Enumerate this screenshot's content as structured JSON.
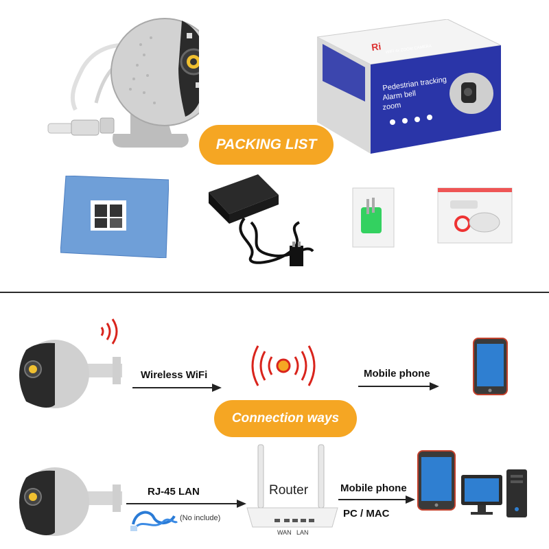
{
  "packing": {
    "pill_label": "PACKING LIST",
    "box_text": {
      "brand_logo": "Ri",
      "model_line": "WIFI 4x ZOOM CAMERA",
      "feature_1": "Pedestrian tracking",
      "feature_2": "Alarm bell",
      "feature_3": "zoom"
    },
    "items": [
      "camera",
      "retail-box",
      "manual",
      "power-adapter",
      "screw-pack",
      "waterproof-kit"
    ]
  },
  "connection": {
    "pill_label": "Connection ways",
    "wifi_label": "Wireless WiFi",
    "mobile_label_1": "Mobile phone",
    "rj45_label": "RJ-45 LAN",
    "cable_note": "(No include)",
    "router_label": "Router",
    "mobile_label_2": "Mobile phone",
    "pc_label": "PC / MAC",
    "router_port_wan": "WAN",
    "router_port_lan": "LAN"
  },
  "colors": {
    "accent_orange": "#f5a623",
    "signal_red": "#d9241c",
    "box_blue": "#2a35a8",
    "phone_screen": "#2f7fd1",
    "divider": "#2a2a2a"
  }
}
